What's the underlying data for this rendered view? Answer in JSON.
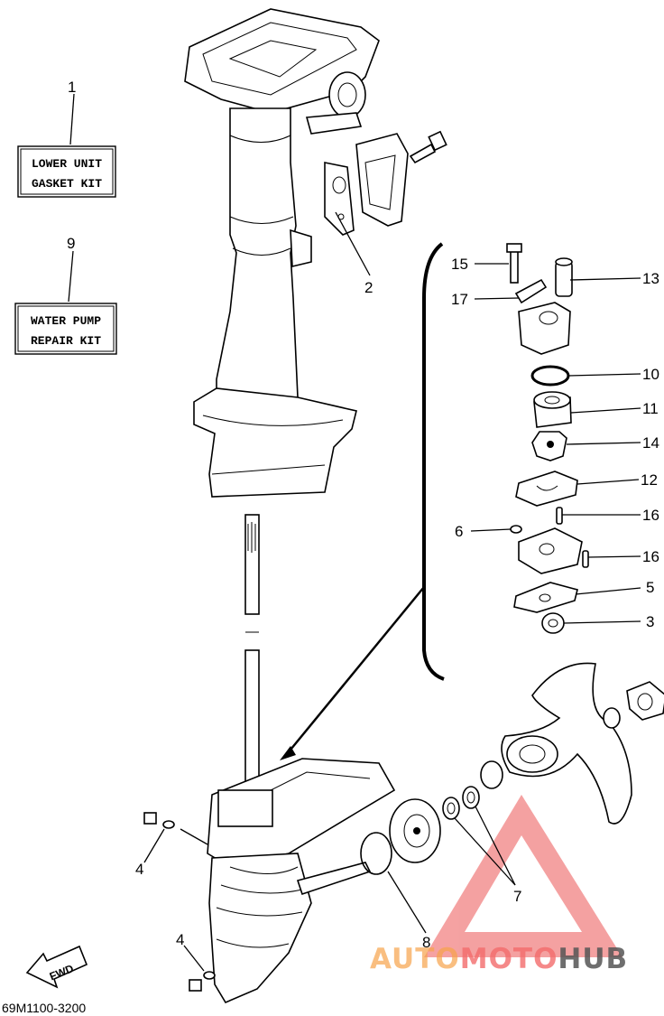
{
  "kit_boxes": [
    {
      "ref": "1",
      "lines": [
        "LOWER UNIT",
        "GASKET KIT"
      ]
    },
    {
      "ref": "9",
      "lines": [
        "WATER PUMP",
        "REPAIR KIT"
      ]
    }
  ],
  "callouts": [
    "2",
    "15",
    "13",
    "17",
    "10",
    "11",
    "14",
    "12",
    "16",
    "6",
    "16",
    "5",
    "3",
    "4",
    "4",
    "8",
    "7"
  ],
  "fwd_label": "FWD",
  "diagram_code": "69M1100-3200",
  "watermark": {
    "part1": "AUTO",
    "part2": "MOTO",
    "part3": "HUB",
    "color1": "#f7a34a",
    "color2": "#f26b6b",
    "color3": "#555555"
  }
}
